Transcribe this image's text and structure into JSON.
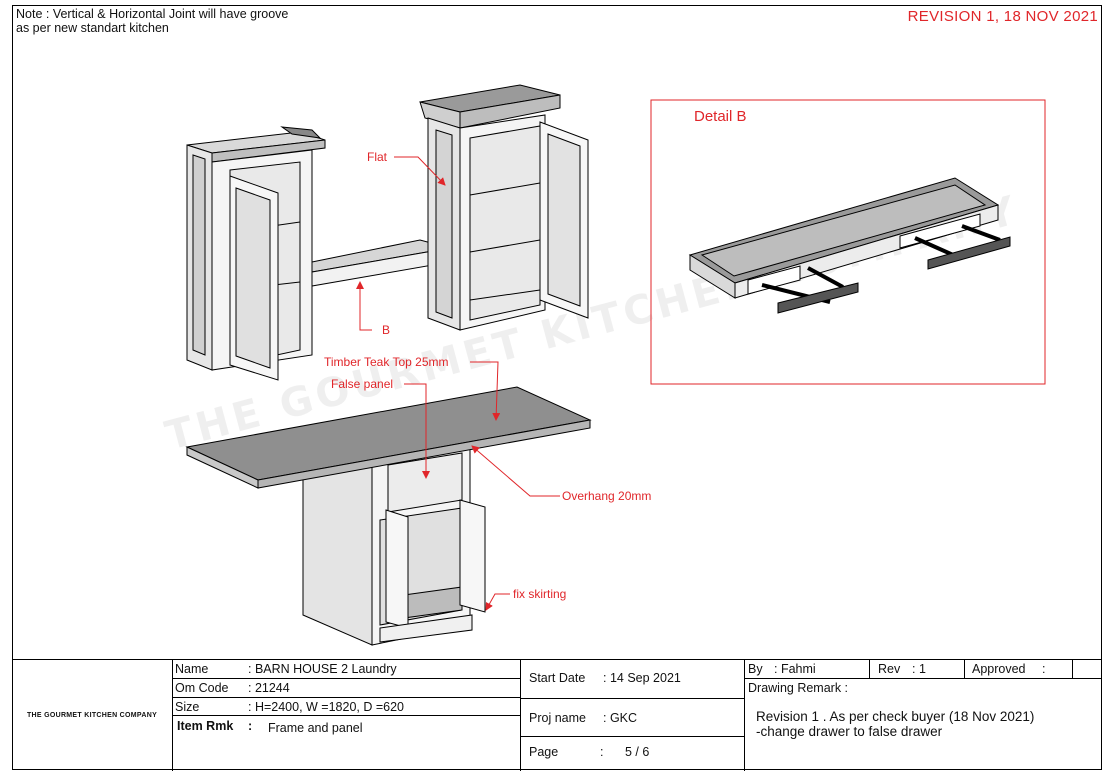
{
  "note": {
    "line1": "Note : Vertical & Horizontal Joint will have groove",
    "line2": "as per new standart kitchen"
  },
  "revision_header": "REVISION 1, 18 NOV 2021",
  "watermark": "THE GOURMET KITCHEN COMPANY",
  "labels": {
    "flat": "Flat",
    "b": "B",
    "timber_top": "Timber Teak Top 25mm",
    "false_panel": "False panel",
    "overhang": "Overhang 20mm",
    "fix_skirting": "fix skirting",
    "detail_b": "Detail B"
  },
  "title_block": {
    "company": "THE GOURMET KITCHEN COMPANY",
    "name_label": "Name",
    "name_value": ": BARN HOUSE 2 Laundry",
    "om_code_label": "Om Code",
    "om_code_value": ": 21244",
    "size_label": "Size",
    "size_value": ": H=2400, W =1820, D =620",
    "item_rmk_label": "Item Rmk",
    "item_rmk_colon": ":",
    "item_rmk_value": "Frame and panel",
    "start_date_label": "Start Date",
    "start_date_value": ": 14 Sep 2021",
    "proj_name_label": "Proj name",
    "proj_name_value": ": GKC",
    "page_label": "Page",
    "page_colon": ":",
    "page_value": "5 / 6",
    "by_label": "By",
    "by_value": ":  Fahmi",
    "rev_label": "Rev",
    "rev_value": ": 1",
    "approved_label": "Approved",
    "approved_value": ":",
    "drawing_remark_label": "Drawing Remark :",
    "remark_line1": "Revision 1 . As per check buyer (18 Nov 2021)",
    "remark_line2": "-change drawer to false drawer"
  },
  "colors": {
    "annotation": "#e0262a",
    "line": "#000000"
  }
}
